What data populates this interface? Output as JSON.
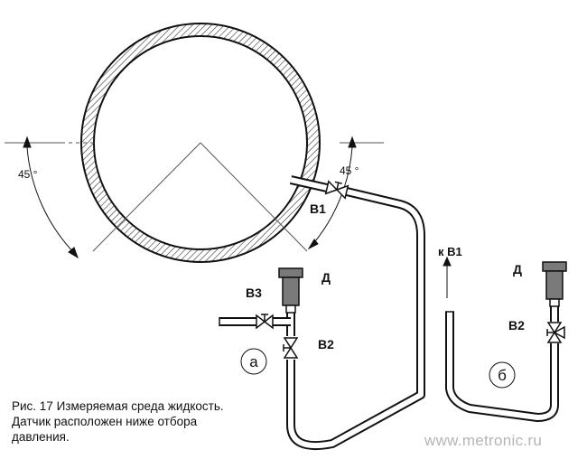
{
  "diagram": {
    "angle_left": "45 °",
    "angle_right": "45 °",
    "label_v1": "В1",
    "label_to_v1": "к В1",
    "label_d_a": "Д",
    "label_d_b": "Д",
    "label_v2_a": "В2",
    "label_v2_b": "В2",
    "label_v3": "В3",
    "variant_a": "а",
    "variant_b": "б"
  },
  "caption": {
    "line1": "Рис. 17  Измеряемая среда жидкость.",
    "line2": "Датчик расположен ниже отбора",
    "line3": "давления."
  },
  "watermark": "www.metronic.ru"
}
